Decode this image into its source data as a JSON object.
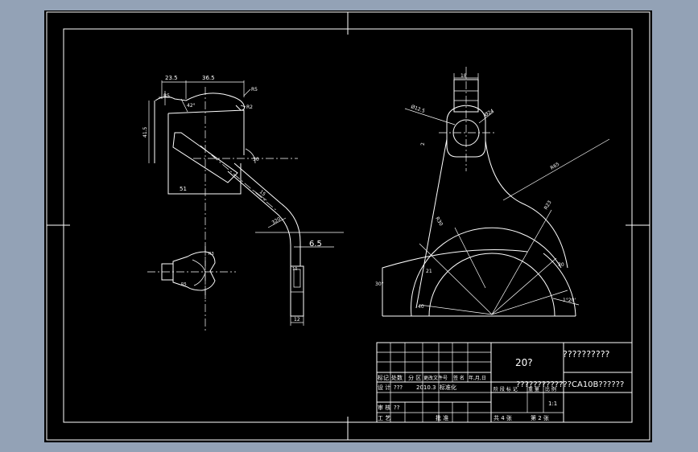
{
  "dimensions": {
    "d_23_5": "23.5",
    "d_36_5": "36.5",
    "r_r5": "R5",
    "r_r2": "R2",
    "d_41_5": "41.5",
    "ang_42": "42°",
    "ang_30": "30",
    "d_51": "51",
    "d_15": "15",
    "d_320": "320",
    "d_6_5": "6.5",
    "d_12": "12",
    "r_r3": "R3",
    "d_10": "10",
    "d_18": "18",
    "d_r12_5": "Ø12.5",
    "d_24": "Ø24",
    "d_2": "2",
    "r_r65": "R65",
    "r_r30": "R30",
    "r_r23": "R23",
    "d_21": "21",
    "d_40": "40",
    "ang_30a": "30°",
    "ang_30b": "30",
    "ang_1_20": "1°20'"
  },
  "title_block": {
    "part_name": "20?",
    "drawing_title": "??????????",
    "subtitle": "?????????????CA10B??????",
    "header_row": [
      "标记",
      "处数",
      "分 区",
      "更改文件号",
      "签 名",
      "年,月,日"
    ],
    "design_label": "设 计",
    "design_name": "???",
    "design_date": "2010.3",
    "std_label": "标准化",
    "check_label": "审 核",
    "check_name": "??",
    "process_label": "工 艺",
    "approve_label": "批 准",
    "stage_label": "阶 段 标 记",
    "weight_label": "重 量",
    "scale_label": "比 例",
    "scale_value": "1:1",
    "sheets_label": "共 4 张",
    "sheet_label": "第 2 张"
  }
}
